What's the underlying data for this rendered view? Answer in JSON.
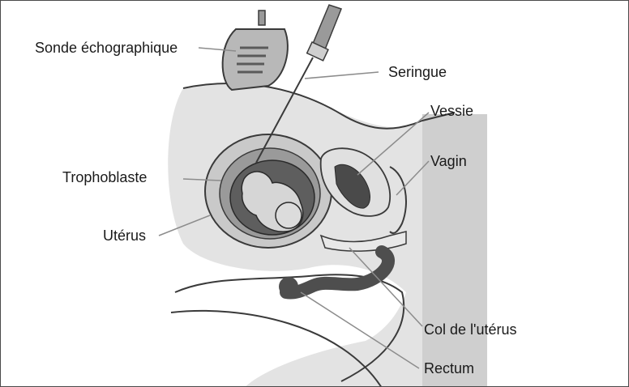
{
  "labels": {
    "sonde": "Sonde échographique",
    "seringue": "Seringue",
    "vessie": "Vessie",
    "vagin": "Vagin",
    "trophoblaste": "Trophoblaste",
    "uterus": "Utérus",
    "col": "Col de l'utérus",
    "rectum": "Rectum"
  },
  "colors": {
    "skin": "#d9d9d9",
    "tissue": "#c4c4c4",
    "dark": "#7a7a7a",
    "organ_dark": "#5a5a5a",
    "line": "#3a3a3a",
    "leader": "#8c8c8c"
  }
}
